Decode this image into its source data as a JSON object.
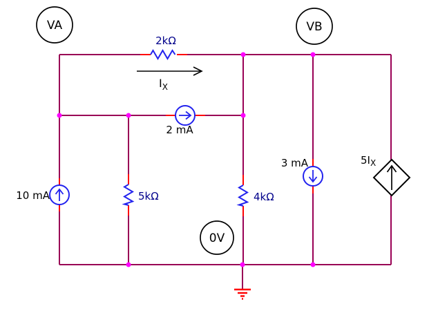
{
  "diagram": {
    "type": "circuit-schematic",
    "colors": {
      "wire": "#990055",
      "junction_dot": "#ff00ff",
      "component_lead": "#ff0000",
      "component_body": "#2222ee",
      "value_label": "#00008b",
      "annotation": "#000000",
      "ground": "#ff0000",
      "background": "#ffffff"
    },
    "nodes": {
      "va": "VA",
      "vb": "VB",
      "ov": "0V"
    },
    "components": {
      "resistor_top": {
        "value": "2kΩ"
      },
      "resistor_left": {
        "value": "5kΩ"
      },
      "resistor_mid": {
        "value": "4kΩ"
      },
      "current_source_left": {
        "value": "10 mA"
      },
      "current_source_mid": {
        "value": "2 mA"
      },
      "current_source_right": {
        "value": "3 mA"
      },
      "dependent_source": {
        "value_main": "5I",
        "value_sub": "X"
      },
      "current_annotation": {
        "label_main": "I",
        "label_sub": "X"
      }
    }
  }
}
